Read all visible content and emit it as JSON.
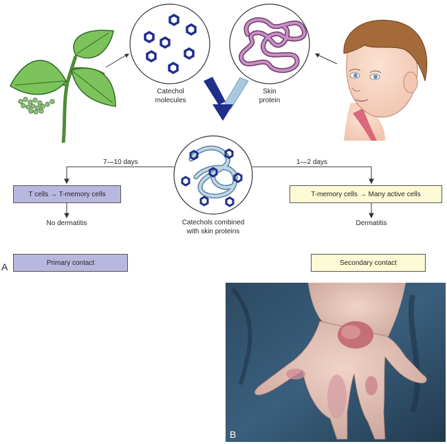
{
  "diagram": {
    "catechol_label": "Catechol\nmolecules",
    "skin_protein_label": "Skin\nprotein",
    "combined_label": "Catechols combined\nwith skin proteins",
    "left_days": "7—10 days",
    "right_days": "1—2 days",
    "left_box": {
      "left": "T cells",
      "right": "T-memory cells"
    },
    "right_box": {
      "left": "T-memory cells",
      "right": "Many active cells"
    },
    "left_outcome": "No dermatitis",
    "right_outcome": "Dermatitis",
    "primary_label": "Primary contact",
    "secondary_label": "Secondary contact",
    "panel_a": "A",
    "panel_b": "B"
  },
  "colors": {
    "primary_fill": "#b8b8df",
    "secondary_fill": "#fdfbd6",
    "catechol": "#1f2f8a",
    "protein": "#a35b9c"
  }
}
